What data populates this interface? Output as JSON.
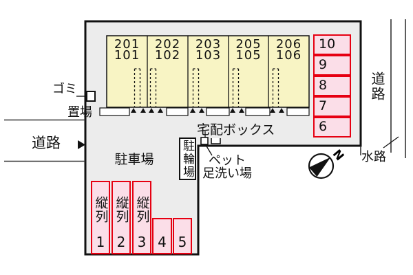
{
  "colors": {
    "site_fill": "#ececec",
    "building_fill": "#f8f4c4",
    "parking_fill": "#fbdee8",
    "parking_border": "#e60012",
    "line_color": "#111111"
  },
  "labels": {
    "garbage_area_line1": "ゴミ",
    "garbage_area_line2": "置場",
    "road_left": "道路",
    "road_right": "道路",
    "waterway": "水路",
    "parking_lot": "駐車場",
    "delivery_box": "宅配ボックス",
    "bicycle_parking": "駐輪場",
    "pet_wash_line1": "ペット",
    "pet_wash_line2": "足洗い場"
  },
  "building": {
    "units": [
      {
        "upper": "201",
        "lower": "101"
      },
      {
        "upper": "202",
        "lower": "102"
      },
      {
        "upper": "203",
        "lower": "103"
      },
      {
        "upper": "205",
        "lower": "105"
      },
      {
        "upper": "206",
        "lower": "106"
      }
    ]
  },
  "parking_right": {
    "cells": [
      "10",
      "9",
      "8",
      "7",
      "6"
    ]
  },
  "parking_bottom": {
    "cells": [
      {
        "tandem": "縦列",
        "number": "1"
      },
      {
        "tandem": "縦列",
        "number": "2"
      },
      {
        "tandem": "縦列",
        "number": "3"
      },
      {
        "tandem": "",
        "number": "4"
      },
      {
        "tandem": "",
        "number": "5"
      }
    ]
  },
  "compass": {
    "letter": "N"
  }
}
